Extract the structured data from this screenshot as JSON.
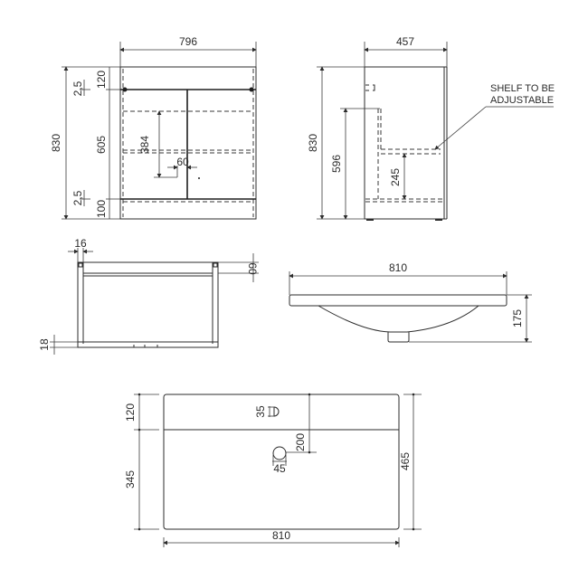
{
  "drawing": {
    "front_view": {
      "width": "796",
      "height": "830",
      "top_rail": "120",
      "gap_top": "2,5",
      "door_height": "605",
      "gap_bottom": "2,5",
      "plinth": "100",
      "shelf_height": "384",
      "handle_offset": "60"
    },
    "side_view": {
      "depth": "457",
      "height": "830",
      "inner_height": "596",
      "shelf_from_base": "245",
      "note_line1": "SHELF TO BE",
      "note_line2": "ADJUSTABLE"
    },
    "plan_view": {
      "panel_thickness": "16",
      "rail_depth": "60",
      "base_thickness": "18"
    },
    "basin_side_view": {
      "width": "810",
      "height": "175"
    },
    "basin_plan_view": {
      "width": "810",
      "depth": "465",
      "back_ledge": "120",
      "front_to_ledge": "345",
      "tap_hole_dia": "35",
      "waste_dia": "45",
      "tap_to_waste": "200"
    }
  }
}
